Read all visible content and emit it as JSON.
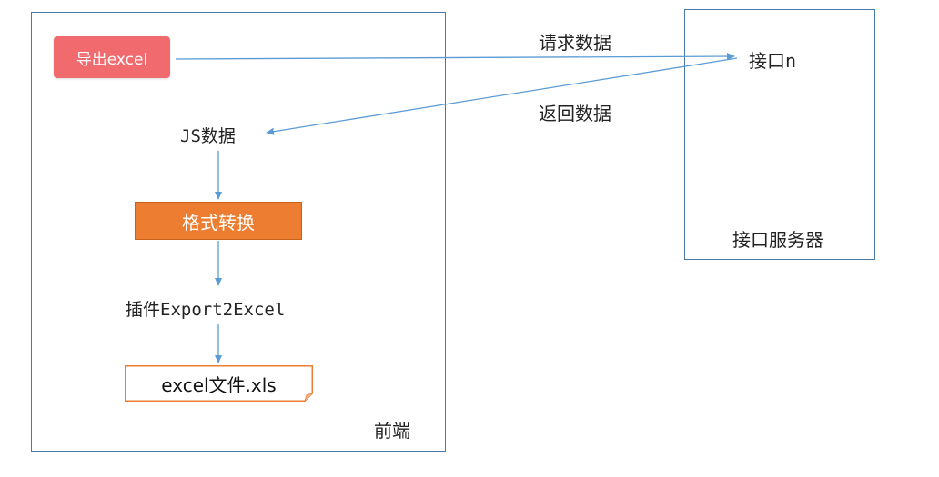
{
  "frontend": {
    "export_button": "导出excel",
    "js_data": "JS数据",
    "convert": "格式转换",
    "plugin": "插件Export2Excel",
    "file": "excel文件.xls",
    "container_label": "前端"
  },
  "server": {
    "endpoint": "接口n",
    "container_label": "接口服务器"
  },
  "edges": {
    "request": "请求数据",
    "response": "返回数据"
  },
  "colors": {
    "frame": "#4a78a8",
    "arrow": "#5b9bd5",
    "export_button": "#f06a6e",
    "convert_box": "#ed7d31",
    "doc_border": "#ed7d31"
  }
}
